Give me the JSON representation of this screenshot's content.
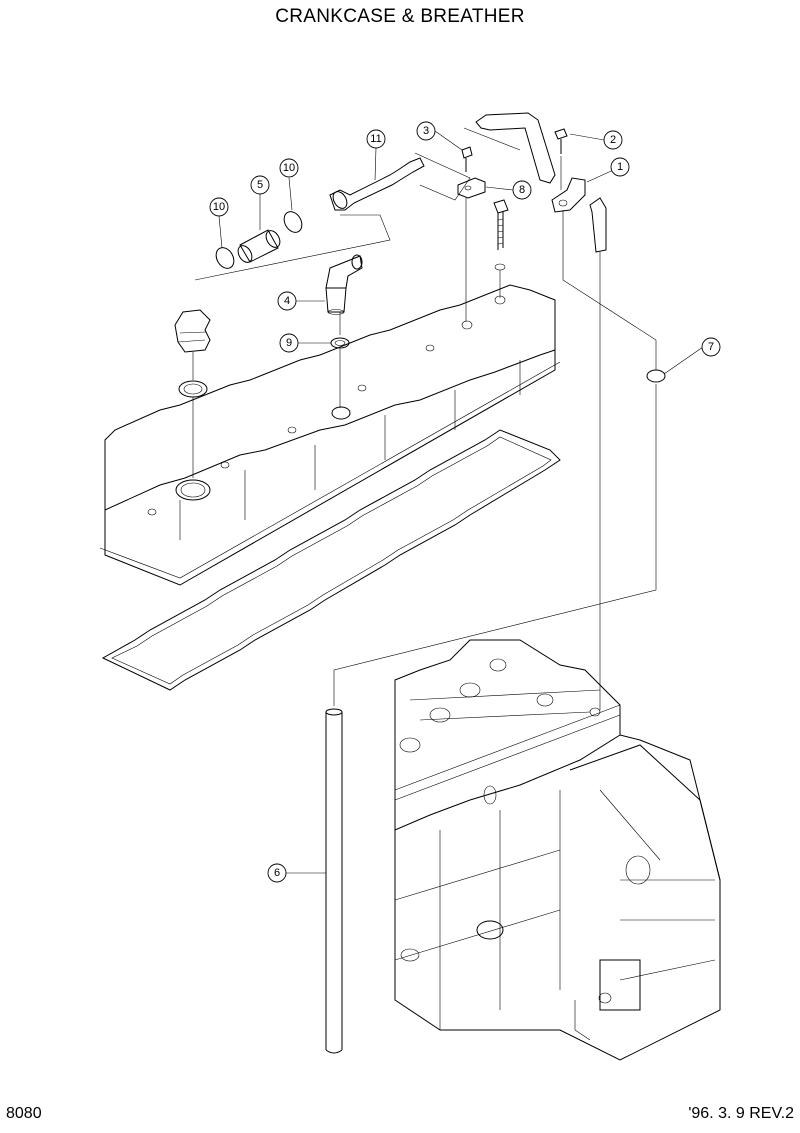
{
  "title": "CRANKCASE & BREATHER",
  "footer": {
    "left": "8080",
    "right": "'96. 3. 9  REV.2"
  },
  "callouts": {
    "c1": "1",
    "c2": "2",
    "c3": "3",
    "c4": "4",
    "c5": "5",
    "c6": "6",
    "c7": "7",
    "c8": "8",
    "c9": "9",
    "c10a": "10",
    "c10b": "10",
    "c11": "11"
  }
}
